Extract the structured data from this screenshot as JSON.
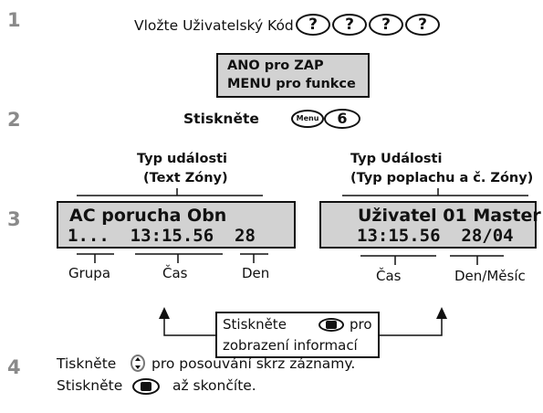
{
  "steps": [
    "1",
    "2",
    "3",
    "4"
  ],
  "step1": {
    "text": "Vložte Uživatelský Kód",
    "keys": [
      "?",
      "?",
      "?",
      "?"
    ]
  },
  "menu_display": {
    "line1": "ANO pro ZAP",
    "line2": "MENU pro funkce"
  },
  "step2": {
    "text": "Stiskněte",
    "key_menu": "Menu",
    "key_six": "6"
  },
  "labels_left": {
    "line1": "Typ události",
    "line2": "(Text Zóny)"
  },
  "labels_right": {
    "line1": "Typ Události",
    "line2": "(Typ poplachu a č. Zóny)"
  },
  "lcd_left": {
    "line1": "AC porucha Obn",
    "line2": "1...  13:15.56  28"
  },
  "lcd_right": {
    "line1": "Uživatel 01 Master",
    "line2": "13:15.56  28/04"
  },
  "bottom_labels": {
    "group": "Grupa",
    "time_left": "Čas",
    "day": "Den",
    "time_right": "Čas",
    "day_month": "Den/Měsíc"
  },
  "info_box": {
    "line1_a": "Stiskněte",
    "line1_b": "pro",
    "line2": "zobrazení informací"
  },
  "step4": {
    "line1_a": "Tiskněte",
    "line1_b": "pro posouvání skrz záznamy.",
    "line2_a": "Stiskněte",
    "line2_b": "až skončíte."
  }
}
